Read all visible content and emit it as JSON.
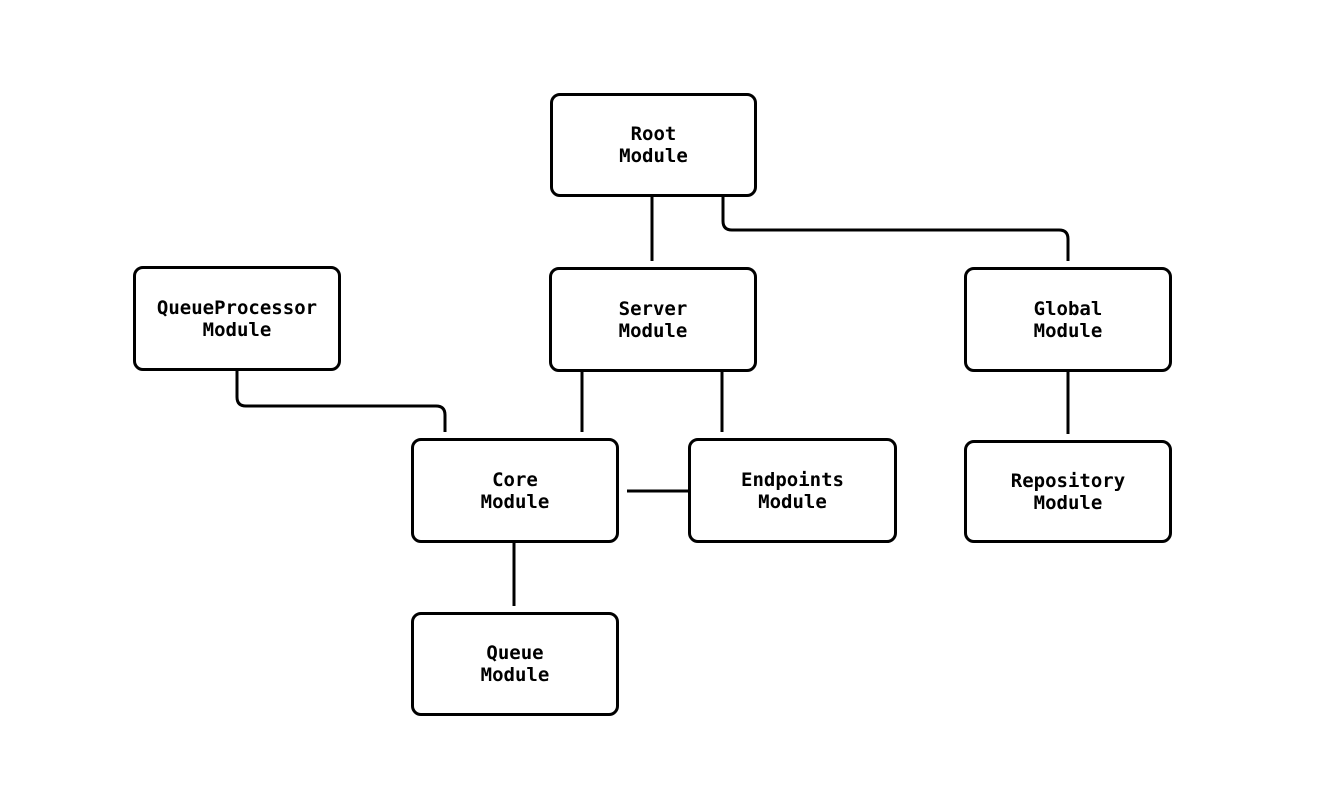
{
  "diagram": {
    "type": "module-dependency-flowchart",
    "background": "#ffffff",
    "colors": {
      "stroke": "#000000",
      "node_fill": "#ffffff",
      "text": "#000000"
    },
    "nodes": [
      {
        "id": "root",
        "label": "Root\nModule"
      },
      {
        "id": "server",
        "label": "Server\nModule"
      },
      {
        "id": "global",
        "label": "Global\nModule"
      },
      {
        "id": "queueprocessor",
        "label": "QueueProcessor\nModule"
      },
      {
        "id": "core",
        "label": "Core\nModule"
      },
      {
        "id": "endpoints",
        "label": "Endpoints\nModule"
      },
      {
        "id": "repository",
        "label": "Repository\nModule"
      },
      {
        "id": "queue",
        "label": "Queue\nModule"
      }
    ],
    "edges": [
      {
        "from": "Root Module",
        "to": "Server Module"
      },
      {
        "from": "Root Module",
        "to": "Global Module"
      },
      {
        "from": "QueueProcessor Module",
        "to": "Core Module"
      },
      {
        "from": "Server Module",
        "to": "Core Module"
      },
      {
        "from": "Server Module",
        "to": "Endpoints Module"
      },
      {
        "from": "Endpoints Module",
        "to": "Core Module"
      },
      {
        "from": "Global Module",
        "to": "Repository Module"
      },
      {
        "from": "Core Module",
        "to": "Queue Module"
      }
    ]
  }
}
